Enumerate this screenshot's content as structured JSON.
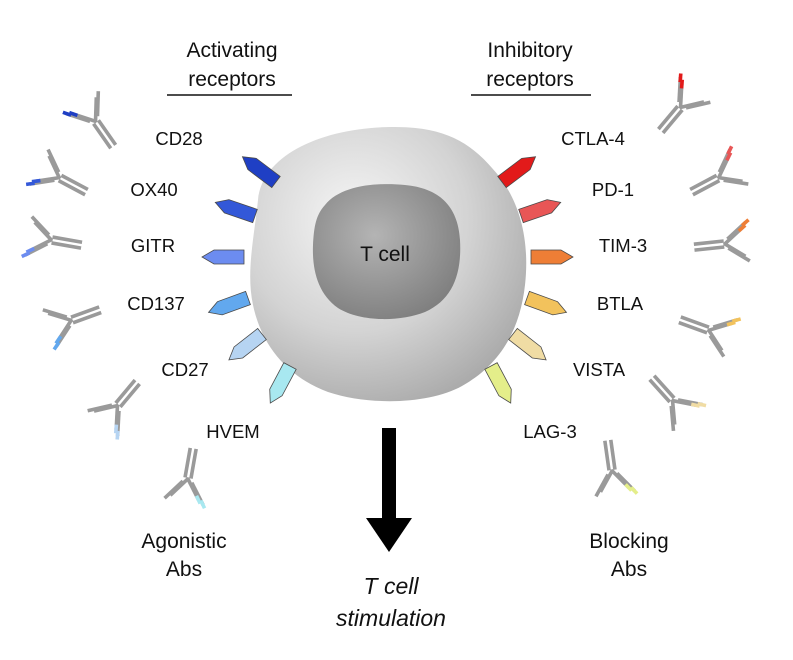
{
  "activating": {
    "header": [
      "Activating",
      "receptors"
    ],
    "receptors": [
      {
        "label": "CD28",
        "color": "#1f3fc4"
      },
      {
        "label": "OX40",
        "color": "#3358d8"
      },
      {
        "label": "GITR",
        "color": "#6c8cf0"
      },
      {
        "label": "CD137",
        "color": "#62a8ee"
      },
      {
        "label": "CD27",
        "color": "#b6d4f2"
      },
      {
        "label": "HVEM",
        "color": "#a8e8f0"
      }
    ]
  },
  "inhibitory": {
    "header": [
      "Inhibitory",
      "receptors"
    ],
    "receptors": [
      {
        "label": "CTLA-4",
        "color": "#e21a1a"
      },
      {
        "label": "PD-1",
        "color": "#e85656"
      },
      {
        "label": "TIM-3",
        "color": "#ee7e36"
      },
      {
        "label": "BTLA",
        "color": "#f2c25c"
      },
      {
        "label": "VISTA",
        "color": "#f0dca4"
      },
      {
        "label": "LAG-3",
        "color": "#e4ee8a"
      }
    ]
  },
  "cell": {
    "label": "T cell"
  },
  "agonistic": {
    "label": [
      "Agonistic",
      "Abs"
    ]
  },
  "blocking": {
    "label": [
      "Blocking",
      "Abs"
    ]
  },
  "result": {
    "label": [
      "T cell",
      "stimulation"
    ]
  },
  "colors": {
    "antibody": "#9a9a9a",
    "arrow": "#000000",
    "cell_body": "#cfcfcf",
    "nucleus": "#8a8a8a"
  }
}
